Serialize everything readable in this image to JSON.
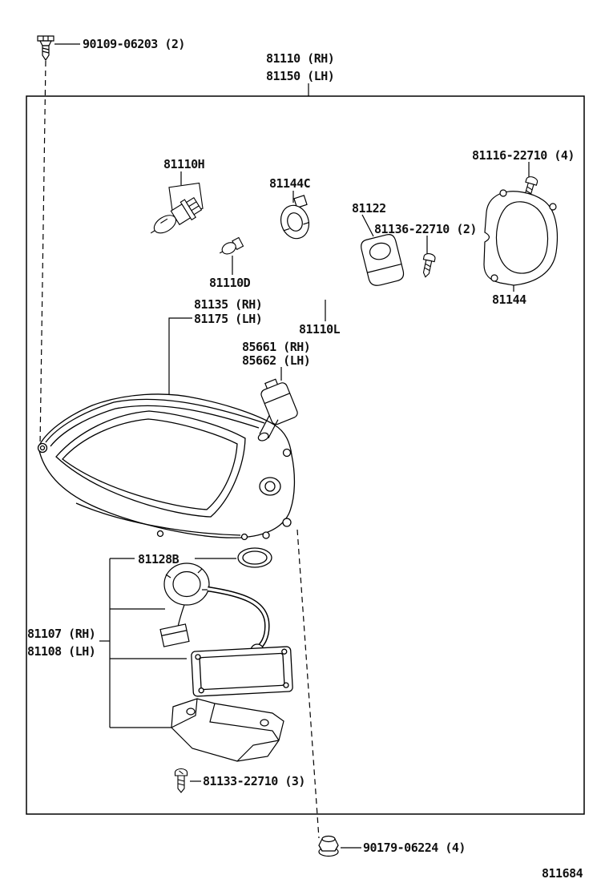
{
  "diagram": {
    "doc_number": "811684",
    "labels": {
      "screw_90109": "90109-06203 (2)",
      "headlamp_assy_rh": "81110 (RH)",
      "headlamp_assy_lh": "81150 (LH)",
      "bulb_81110H": "81110H",
      "socket_81144C": "81144C",
      "cover_81122": "81122",
      "screw_81136": "81136-22710 (2)",
      "screw_81116": "81116-22710 (4)",
      "cover_81144": "81144",
      "bulb_81110D": "81110D",
      "unit_81135_rh": "81135 (RH)",
      "unit_81175_lh": "81175 (LH)",
      "bulb_81110L": "81110L",
      "socket_85661_rh": "85661 (RH)",
      "socket_85662_lh": "85662 (LH)",
      "gasket_81128B": "81128B",
      "igniter_81107_rh": "81107 (RH)",
      "igniter_81108_lh": "81108 (LH)",
      "screw_81133": "81133-22710 (3)",
      "nut_90179": "90179-06224 (4)"
    },
    "line_color": "#000000"
  }
}
